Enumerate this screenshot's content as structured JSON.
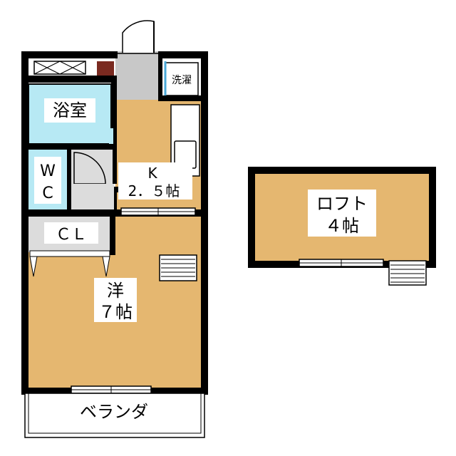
{
  "rooms": {
    "bath": "浴室",
    "wc_line1": "W",
    "wc_line2": "C",
    "kitchen_line1": "K",
    "kitchen_line2": "2．５帖",
    "closet": "ＣＬ",
    "western_line1": "洋",
    "western_line2": "７帖",
    "balcony": "ベランダ",
    "laundry": "洗濯",
    "loft_line1": "ロフト",
    "loft_line2": "４帖"
  },
  "colors": {
    "floor_tan": "#e5b770",
    "bath_blue": "#b7e9f4",
    "grey": "#c8c8c8",
    "light_grey": "#dcdcdc",
    "wall": "#000000",
    "pillar": "#7a2a20"
  }
}
